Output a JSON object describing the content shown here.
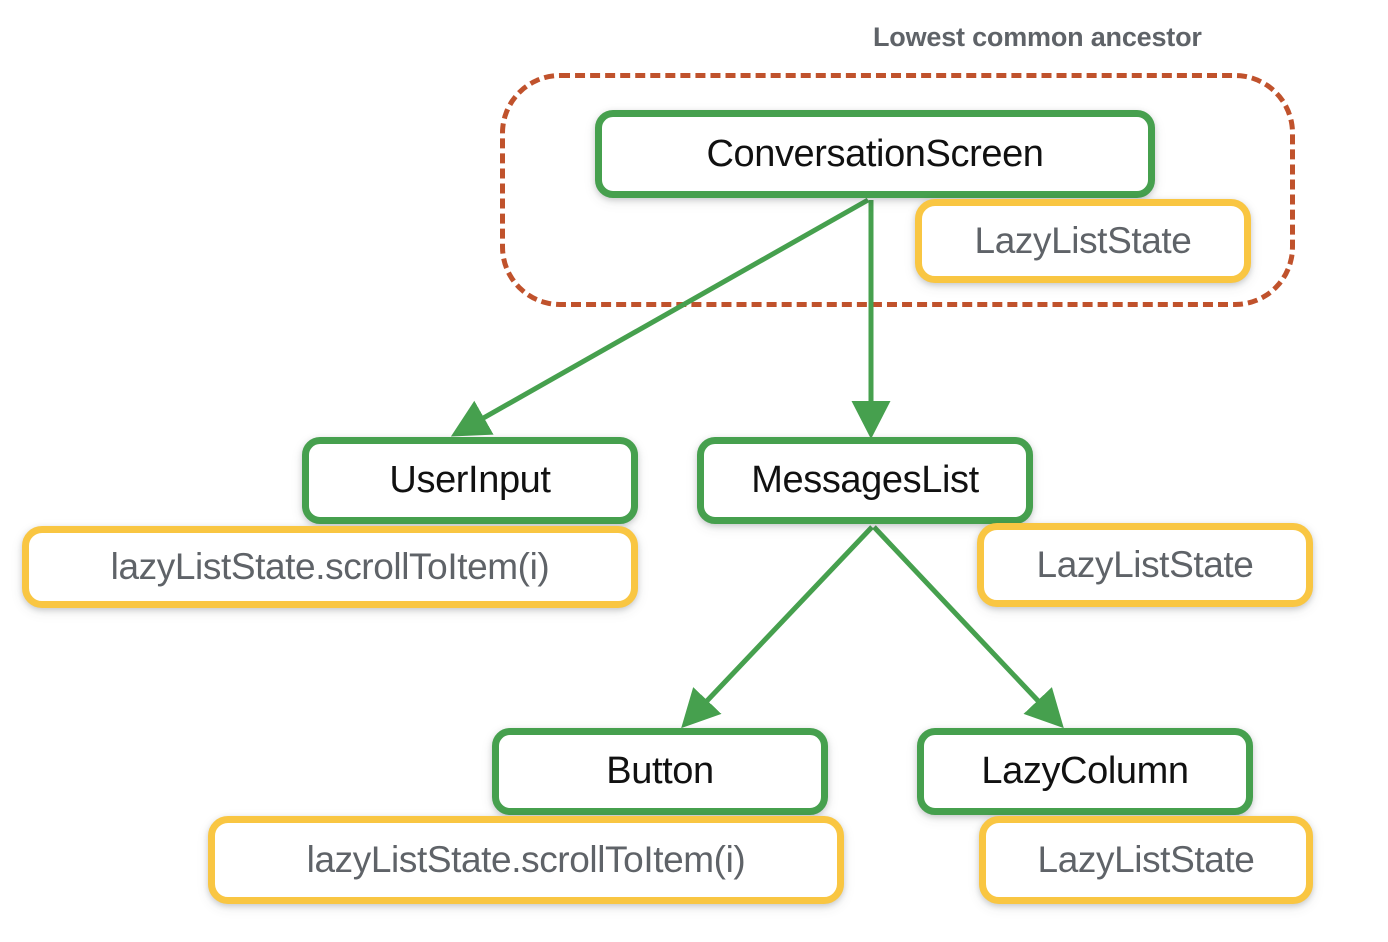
{
  "diagram": {
    "title_caption": "Lowest common ancestor",
    "accent_colors": {
      "node_border_green": "#46A04E",
      "state_border_yellow": "#F9C642",
      "region_border_orange": "#C0522C",
      "node_text": "#111111",
      "state_text": "#5F6368",
      "caption_text": "#5F6368",
      "background": "#FFFFFF"
    },
    "nodes": [
      {
        "id": "conversationscreen",
        "label": "ConversationScreen",
        "kind": "composable"
      },
      {
        "id": "userinput",
        "label": "UserInput",
        "kind": "composable"
      },
      {
        "id": "messageslist",
        "label": "MessagesList",
        "kind": "composable"
      },
      {
        "id": "button",
        "label": "Button",
        "kind": "composable"
      },
      {
        "id": "lazycolumn",
        "label": "LazyColumn",
        "kind": "composable"
      }
    ],
    "badges": [
      {
        "id": "conversationscreen",
        "label": "LazyListState",
        "kind": "state"
      },
      {
        "id": "userinput",
        "label": "lazyListState.scrollToItem(i)",
        "kind": "state-call"
      },
      {
        "id": "messageslist",
        "label": "LazyListState",
        "kind": "state"
      },
      {
        "id": "button",
        "label": "lazyListState.scrollToItem(i)",
        "kind": "state-call"
      },
      {
        "id": "lazycolumn",
        "label": "LazyListState",
        "kind": "state"
      }
    ],
    "edges": [
      {
        "from": "conversationscreen",
        "to": "userinput"
      },
      {
        "from": "conversationscreen",
        "to": "messageslist"
      },
      {
        "from": "messageslist",
        "to": "button"
      },
      {
        "from": "messageslist",
        "to": "lazycolumn"
      }
    ],
    "region": {
      "name": "lowest-common-ancestor",
      "contains": [
        "conversationscreen"
      ]
    }
  }
}
